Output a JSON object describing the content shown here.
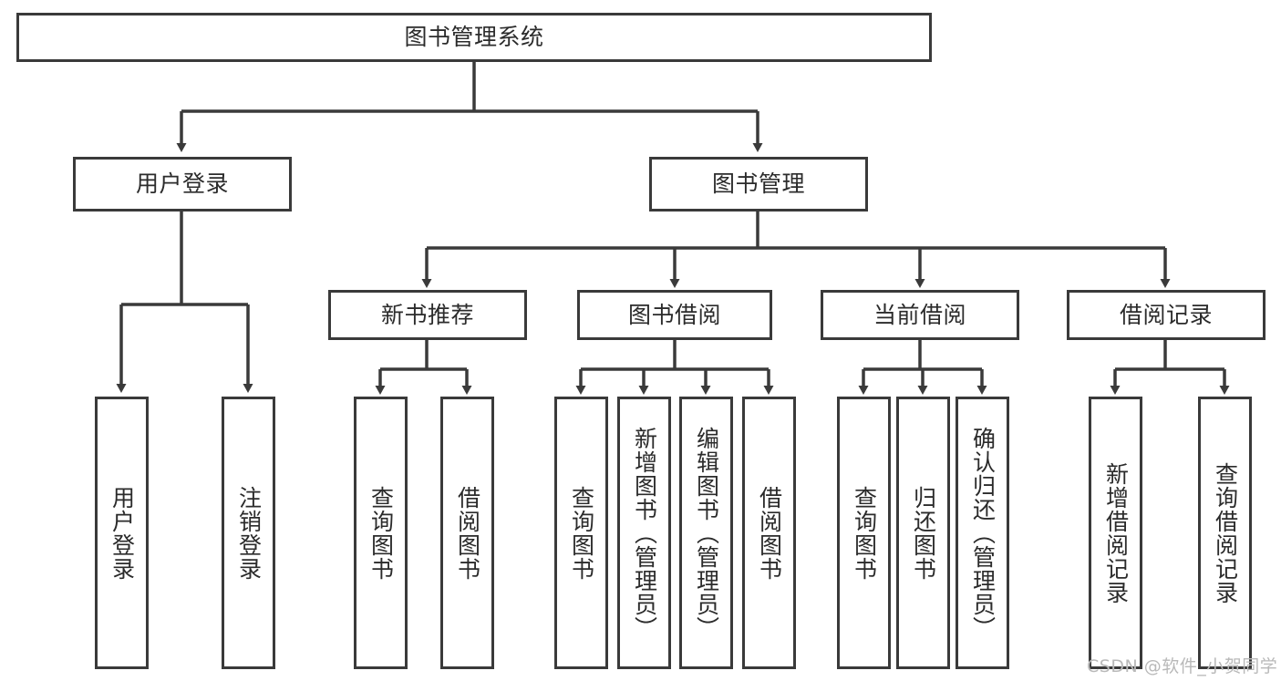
{
  "diagram": {
    "title": "图书管理系统",
    "type": "hierarchy-tree",
    "colors": {
      "stroke": "#3a3a3a",
      "text": "#2b2b2b",
      "background": "#ffffff",
      "watermark": "#b9b9b9"
    },
    "levels": {
      "root": {
        "label": "图书管理系统"
      },
      "level2": [
        {
          "label": "用户登录"
        },
        {
          "label": "图书管理"
        }
      ],
      "level3": [
        {
          "label": "新书推荐"
        },
        {
          "label": "图书借阅"
        },
        {
          "label": "当前借阅"
        },
        {
          "label": "借阅记录"
        }
      ],
      "leaves": [
        {
          "label": "用户登录",
          "parent": "用户登录"
        },
        {
          "label": "注销登录",
          "parent": "用户登录"
        },
        {
          "label": "查询图书",
          "parent": "新书推荐"
        },
        {
          "label": "借阅图书",
          "parent": "新书推荐"
        },
        {
          "label": "查询图书",
          "parent": "图书借阅"
        },
        {
          "label": "新增图书（管理员）",
          "parent": "图书借阅"
        },
        {
          "label": "编辑图书（管理员）",
          "parent": "图书借阅"
        },
        {
          "label": "借阅图书",
          "parent": "图书借阅"
        },
        {
          "label": "查询图书",
          "parent": "当前借阅"
        },
        {
          "label": "归还图书",
          "parent": "当前借阅"
        },
        {
          "label": "确认归还（管理员）",
          "parent": "当前借阅"
        },
        {
          "label": "新增借阅记录",
          "parent": "借阅记录"
        },
        {
          "label": "查询借阅记录",
          "parent": "借阅记录"
        }
      ]
    }
  },
  "watermark": {
    "text": "CSDN @软件_小贺同学"
  }
}
